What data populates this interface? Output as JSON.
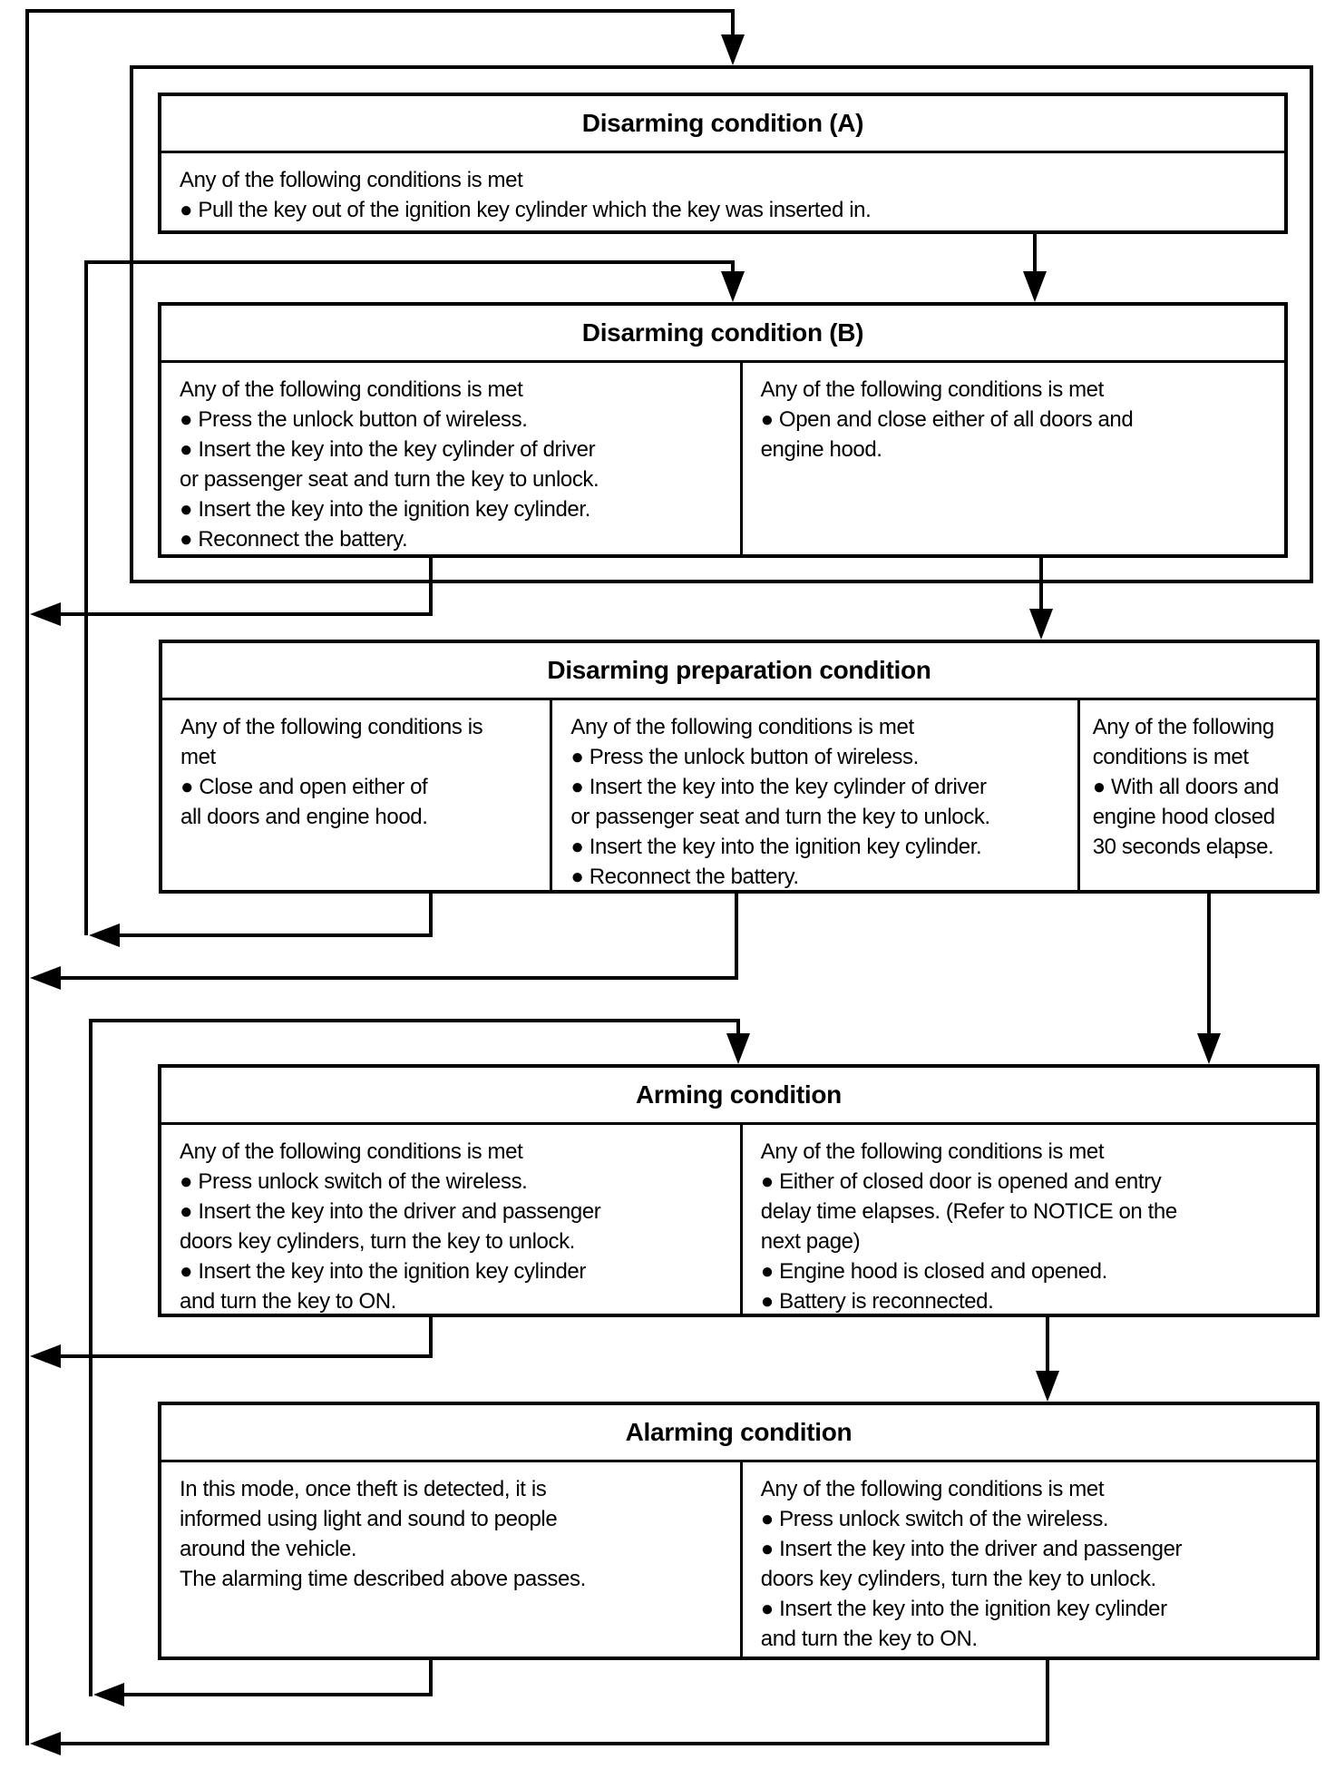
{
  "colors": {
    "ink": "#000000",
    "paper": "#ffffff"
  },
  "boxes": {
    "disarming_a": {
      "title": "Disarming condition (A)",
      "body": "Any of the following conditions is met\n● Pull the key out of the ignition key cylinder which the key was inserted in."
    },
    "disarming_b": {
      "title": "Disarming condition (B)",
      "left": "Any of the following conditions is met\n● Press the unlock button of wireless.\n● Insert the key into the key cylinder of driver\nor passenger seat and turn the key to unlock.\n● Insert the key into the ignition key cylinder.\n● Reconnect the battery.",
      "right": "Any of the following conditions is met\n● Open and close either of all doors and\nengine hood."
    },
    "disarming_prep": {
      "title": "Disarming preparation condition",
      "col1": "Any of the following conditions is\nmet\n● Close and open either of\nall doors and engine hood.",
      "col2": "Any of the following conditions is met\n● Press the unlock button of wireless.\n● Insert the key into the key cylinder of driver\nor passenger seat and turn the key to unlock.\n● Insert the key into the ignition key cylinder.\n● Reconnect the battery.",
      "col3": "Any of the following\nconditions is met\n● With all doors and\nengine hood closed\n30 seconds elapse."
    },
    "arming": {
      "title": "Arming condition",
      "left": "Any of the following conditions is met\n● Press unlock switch of the wireless.\n● Insert the key into the driver and passenger\ndoors key cylinders, turn the key to unlock.\n● Insert the key into the ignition key cylinder\nand turn the key to ON.",
      "right": "Any of the following conditions is met\n● Either of closed door is opened and entry\ndelay time elapses. (Refer to NOTICE on the\nnext page)\n● Engine hood is closed and opened.\n● Battery is reconnected."
    },
    "alarming": {
      "title": "Alarming condition",
      "left": "In this mode, once theft is detected, it is\ninformed using light and sound to people\naround the vehicle.\nThe alarming time described above passes.",
      "right": "Any of the following conditions is met\n● Press unlock switch of the wireless.\n● Insert the key into the driver and passenger\ndoors key cylinders, turn the key to unlock.\n● Insert the key into the ignition key cylinder\nand turn the key to ON."
    }
  }
}
